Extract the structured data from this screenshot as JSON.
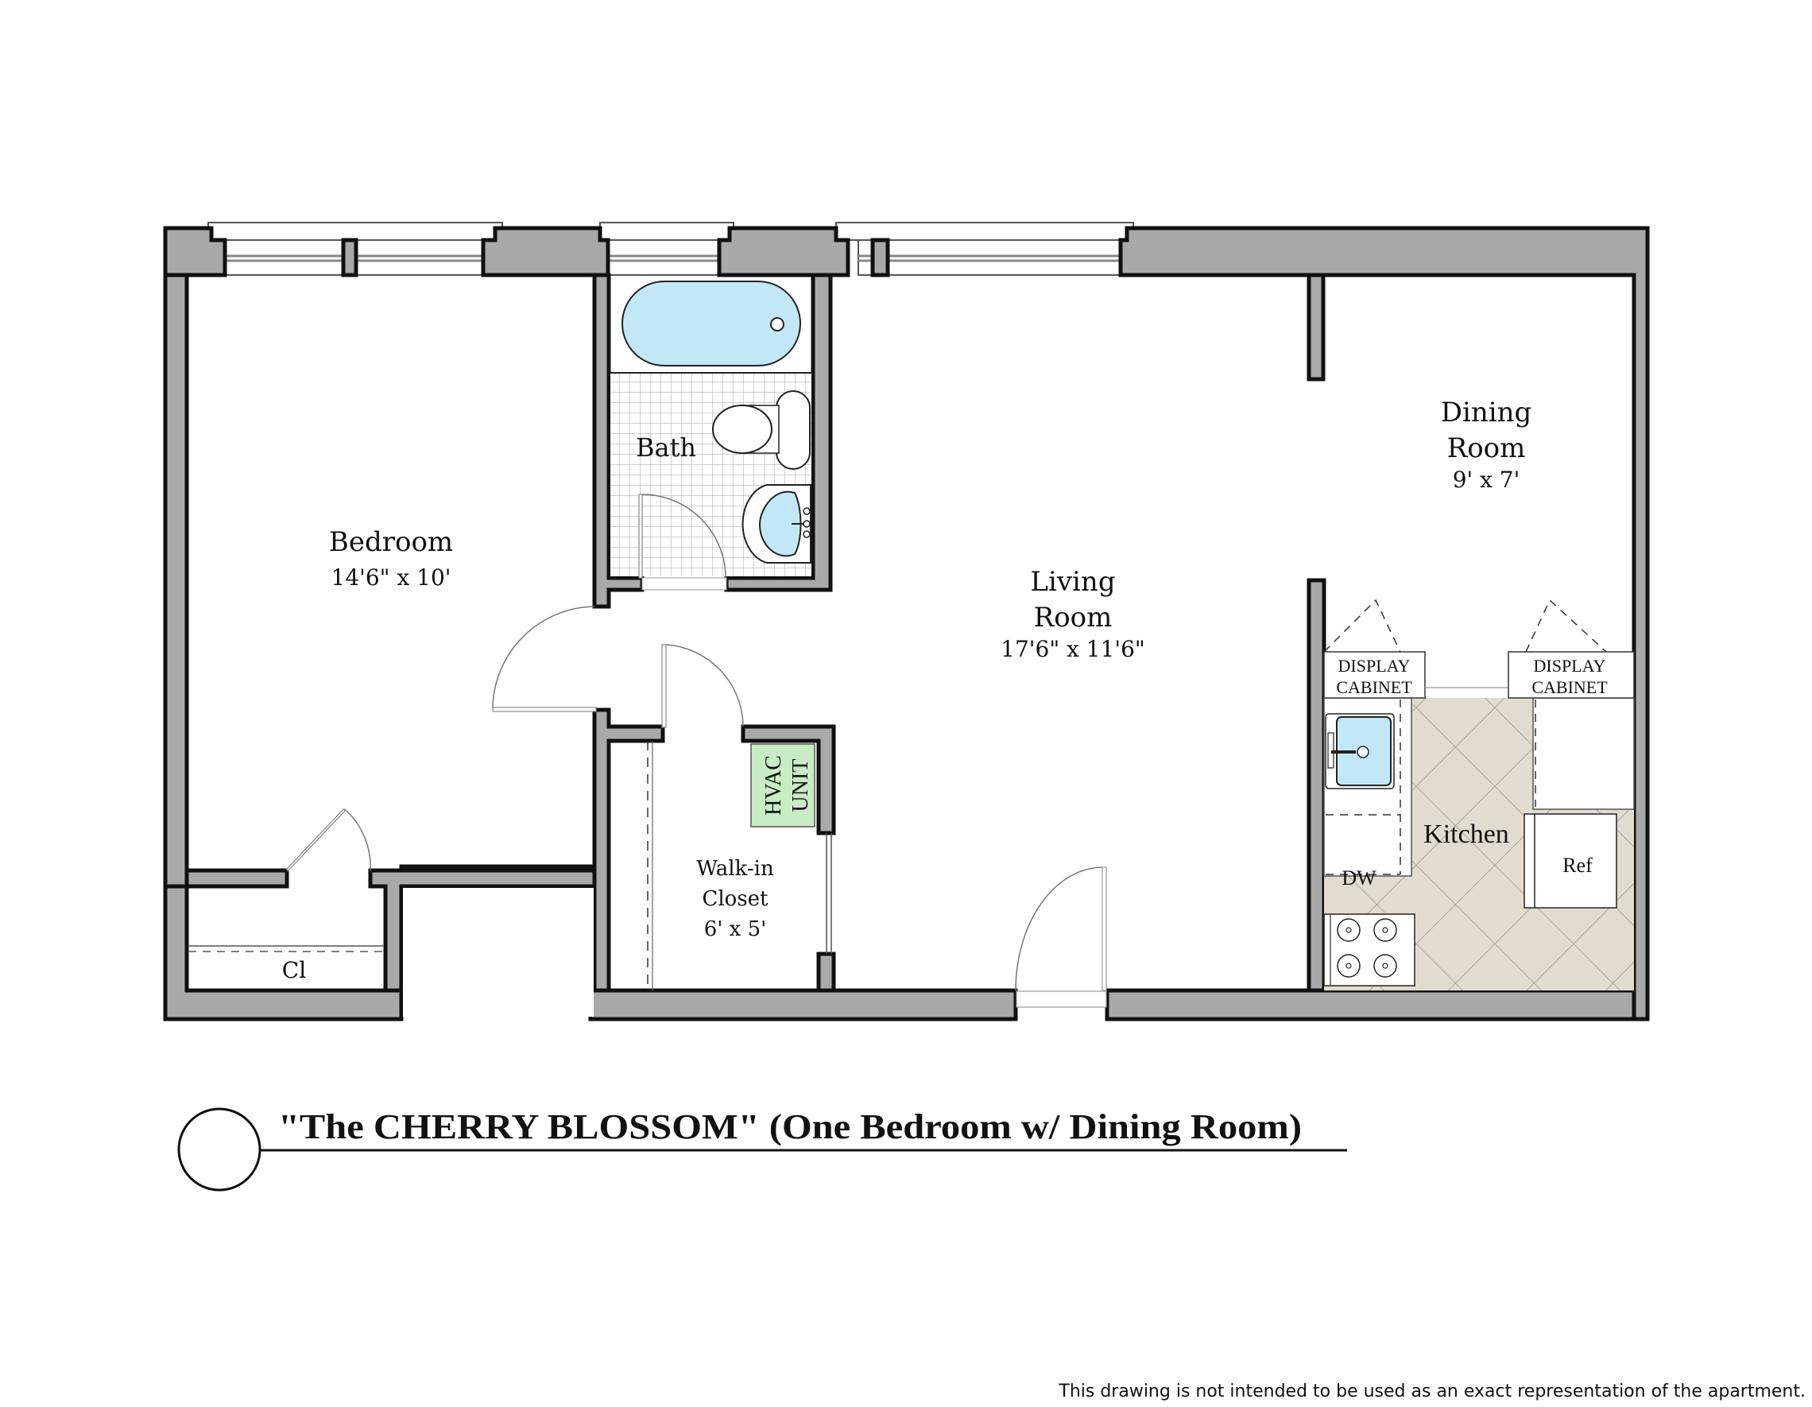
{
  "plan": {
    "title": "\"The CHERRY BLOSSOM\" (One Bedroom w/ Dining Room)",
    "disclaimer": "This drawing is not intended to be used as an exact representation of the apartment.",
    "colors": {
      "wall": "#a9a9a9",
      "water": "#c2e8f8",
      "hvac": "#c8ecc4",
      "kitchen_floor": "#e2dbcf",
      "tile_line": "#bbbbbb"
    }
  },
  "rooms": {
    "bedroom": {
      "name": "Bedroom",
      "size": "14'6\" x 10'"
    },
    "bath": {
      "name": "Bath"
    },
    "living": {
      "name_line1": "Living",
      "name_line2": "Room",
      "size": "17'6\" x 11'6\""
    },
    "dining": {
      "name_line1": "Dining",
      "name_line2": "Room",
      "size": "9' x 7'"
    },
    "closet": {
      "name_line1": "Walk-in",
      "name_line2": "Closet",
      "size": "6' x 5'"
    },
    "kitchen": {
      "name": "Kitchen"
    },
    "linen_closet": {
      "name": "Cl"
    }
  },
  "fixtures": {
    "hvac_line1": "HVAC",
    "hvac_line2": "UNIT",
    "display_cabinet_left_line1": "DISPLAY",
    "display_cabinet_left_line2": "CABINET",
    "display_cabinet_right_line1": "DISPLAY",
    "display_cabinet_right_line2": "CABINET",
    "dishwasher": "DW",
    "refrigerator": "Ref"
  }
}
